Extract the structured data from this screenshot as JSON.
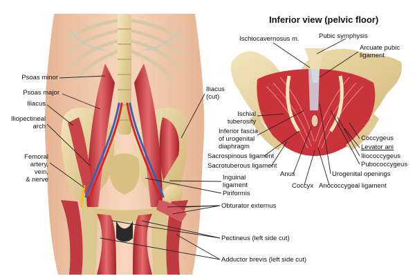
{
  "inset_title": "Inferior view (pelvic floor)",
  "labels": {
    "psoas_minor": "Psoas minor",
    "psoas_major": "Psoas major",
    "iliacus": "Iliacus",
    "iliopectineal_arch": [
      "Iliopectineal",
      "arch"
    ],
    "femoral": [
      "Femoral",
      "artery,",
      "vein,",
      "& nerve"
    ],
    "iliacus_cut": [
      "Iliacus",
      "(cut)"
    ],
    "inguinal_ligament": [
      "Inguinal",
      "ligament"
    ],
    "piriformis": "Piriformis",
    "obturator_externus": "Obturator externus",
    "pectineus": "Pectineus (left side cut)",
    "adductor_brevis": "Adductor brevis (left side cut)",
    "ischiocavernosus": "Ischiocavernosus m.",
    "pubic_symphysis": "Pubic symphysis",
    "arcuate_pubic_ligament": [
      "Arcuate pubic",
      "ligament"
    ],
    "ischial_tuberosity": [
      "Ischial",
      "tuberosity"
    ],
    "inferior_fascia": [
      "Inferior fascia",
      "of urogenital",
      "diaphragm"
    ],
    "sacrospinous_ligament": "Sacrospinous ligament",
    "sacrotuberous_ligament": "Sacrotuberous ligament",
    "anus": "Anus",
    "coccyx": "Coccyx",
    "anococcygeal_ligament": "Anococcygeal ligament",
    "urogenital_openings": "Urogenital openings",
    "coccygeus": "Coccygeus",
    "levator_ani": "Levator ani",
    "iliococcygeus": "Iliococcygeus",
    "pubococcygeus": "Pubococcygeus"
  },
  "colors": {
    "skin": "#f2cdb0",
    "skin_shadow": "#e2ad8c",
    "bone": "#ead9a8",
    "bone_shadow": "#c9b06f",
    "muscle": "#c8363c",
    "muscle_light": "#e07070",
    "artery": "#d62828",
    "vein": "#3b5fb5",
    "nerve": "#f2c21a",
    "leader": "#222222"
  }
}
